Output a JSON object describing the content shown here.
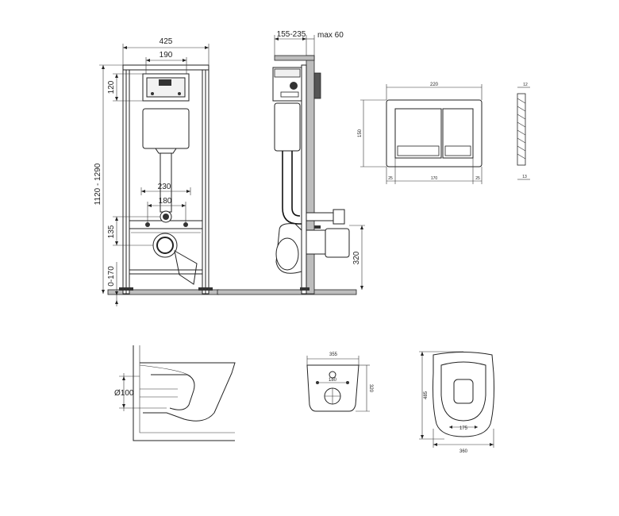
{
  "frame_front": {
    "width": "425",
    "button_width": "190",
    "top_height": "120",
    "height_range": "1120 - 1290",
    "studs": "230",
    "outlet_spacing": "180",
    "outlet_height": "135",
    "adjust": "0-170"
  },
  "frame_side": {
    "depth": "155-235",
    "max_offset": "max 60",
    "outlet_height": "320"
  },
  "flush_plate": {
    "width": "220",
    "height": "150",
    "thickness": "12",
    "margin_left": "25",
    "inner_width": "170",
    "margin_right": "25",
    "depth": "13"
  },
  "bowl_side": {
    "pipe_diameter": "Ø100"
  },
  "bowl_back": {
    "width": "355",
    "hole_spacing": "180",
    "height": "320"
  },
  "bowl_top": {
    "length": "485",
    "seat_holes": "175",
    "width": "360"
  }
}
